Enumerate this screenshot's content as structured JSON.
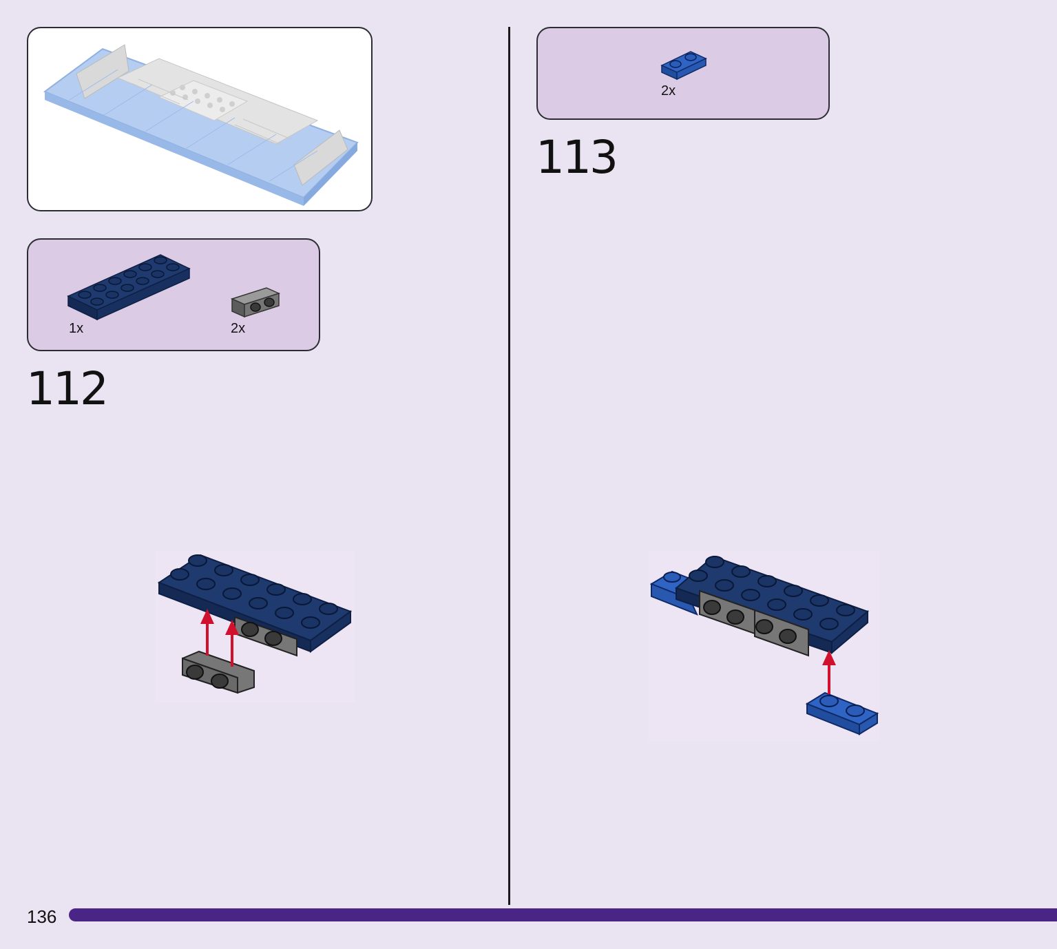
{
  "step_112": {
    "number": "112",
    "parts": [
      {
        "qty": "1x",
        "icon": "dark-blue-2x6-plate-icon"
      },
      {
        "qty": "2x",
        "icon": "gray-bracket-icon"
      }
    ]
  },
  "step_113": {
    "number": "113",
    "parts": [
      {
        "qty": "2x",
        "icon": "blue-1x2-plate-icon"
      }
    ]
  },
  "footer": {
    "page_number": "136"
  },
  "colors": {
    "background": "#eae4f2",
    "parts_box": "#dccbe4",
    "dark_blue_brick": "#1f3a6e",
    "bright_blue_brick": "#2f64c4",
    "gray_bracket": "#6e6e6e",
    "arrow": "#d0102c",
    "progress_bar": "#4b2586",
    "preview_model": "#b4cdf0"
  }
}
